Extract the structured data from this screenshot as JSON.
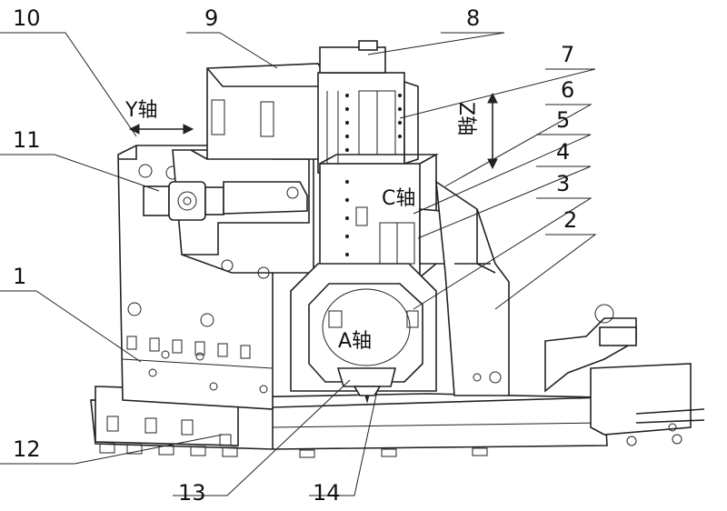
{
  "callouts": [
    {
      "id": "1",
      "label": "1"
    },
    {
      "id": "2",
      "label": "2"
    },
    {
      "id": "3",
      "label": "3"
    },
    {
      "id": "4",
      "label": "4"
    },
    {
      "id": "5",
      "label": "5"
    },
    {
      "id": "6",
      "label": "6"
    },
    {
      "id": "7",
      "label": "7"
    },
    {
      "id": "8",
      "label": "8"
    },
    {
      "id": "9",
      "label": "9"
    },
    {
      "id": "10",
      "label": "10"
    },
    {
      "id": "11",
      "label": "11"
    },
    {
      "id": "12",
      "label": "12"
    },
    {
      "id": "13",
      "label": "13"
    },
    {
      "id": "14",
      "label": "14"
    }
  ],
  "axes": {
    "y": "Y轴",
    "z": "Z轴",
    "c": "C轴",
    "a": "A轴"
  }
}
